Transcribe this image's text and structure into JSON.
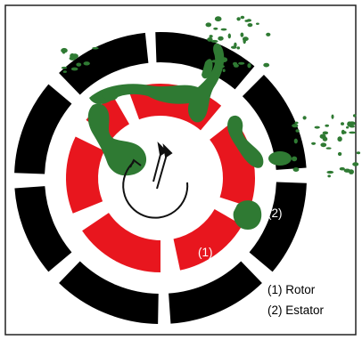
{
  "diagram": {
    "rotor_marker": "(1)",
    "stator_marker": "(2)",
    "legend": {
      "rotor": "(1) Rotor",
      "stator": "(2) Estator"
    },
    "colors": {
      "stator": "#000000",
      "rotor": "#e8161e",
      "debris": "#2f7a33",
      "rotation_arrow": "#111111",
      "frame": "#222222",
      "background": "#ffffff"
    },
    "icons": {
      "rotation": "rotation-arrow-icon",
      "wind": "wind-arrow-icon"
    }
  }
}
